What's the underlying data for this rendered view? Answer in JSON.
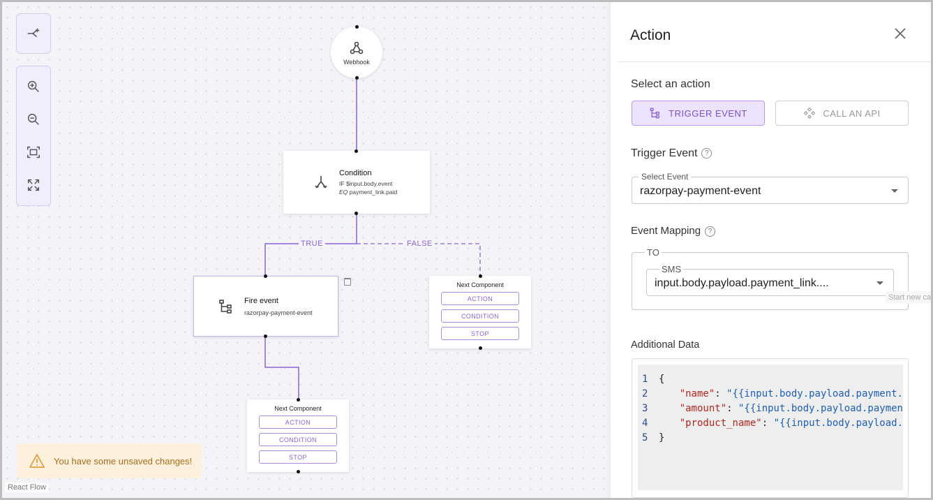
{
  "canvas": {
    "attribution": "React Flow",
    "toast": "You have some unsaved changes!",
    "nodes": {
      "webhook": {
        "label": "Webhook"
      },
      "condition": {
        "title": "Condition",
        "line1_prefix": "IF",
        "line1_value": "$input.body.event",
        "line2_prefix": "EQ",
        "line2_value": "payment_link.paid"
      },
      "fire": {
        "title": "Fire event",
        "subtitle": "razorpay-payment-event"
      },
      "next_right": {
        "title": "Next Component",
        "options": [
          "ACTION",
          "CONDITION",
          "STOP"
        ]
      },
      "next_bottom": {
        "title": "Next Component",
        "options": [
          "ACTION",
          "CONDITION",
          "STOP"
        ]
      }
    },
    "edge_labels": {
      "true": "TRUE",
      "false": "FALSE"
    }
  },
  "panel": {
    "title": "Action",
    "select_action_label": "Select an action",
    "actions": {
      "trigger": "TRIGGER EVENT",
      "api": "CALL AN API"
    },
    "trigger_event_label": "Trigger Event",
    "help_glyph": "?",
    "select_event": {
      "legend": "Select Event",
      "value": "razorpay-payment-event"
    },
    "event_mapping_label": "Event Mapping",
    "mapping": {
      "to_legend": "TO",
      "sms_legend": "SMS",
      "sms_value": "input.body.payload.payment_link...."
    },
    "ghost_hint": "Start new ca",
    "additional_data_label": "Additional Data",
    "code": {
      "line_numbers": [
        "1",
        "2",
        "3",
        "4",
        "5"
      ],
      "open": "{",
      "close": "}",
      "rows": [
        {
          "key": "\"name\"",
          "value": "\"{{input.body.payload.payment."
        },
        {
          "key": "\"amount\"",
          "value": "\"{{input.body.payload.paymen"
        },
        {
          "key": "\"product_name\"",
          "value": "\"{{input.body.payload."
        }
      ]
    }
  }
}
